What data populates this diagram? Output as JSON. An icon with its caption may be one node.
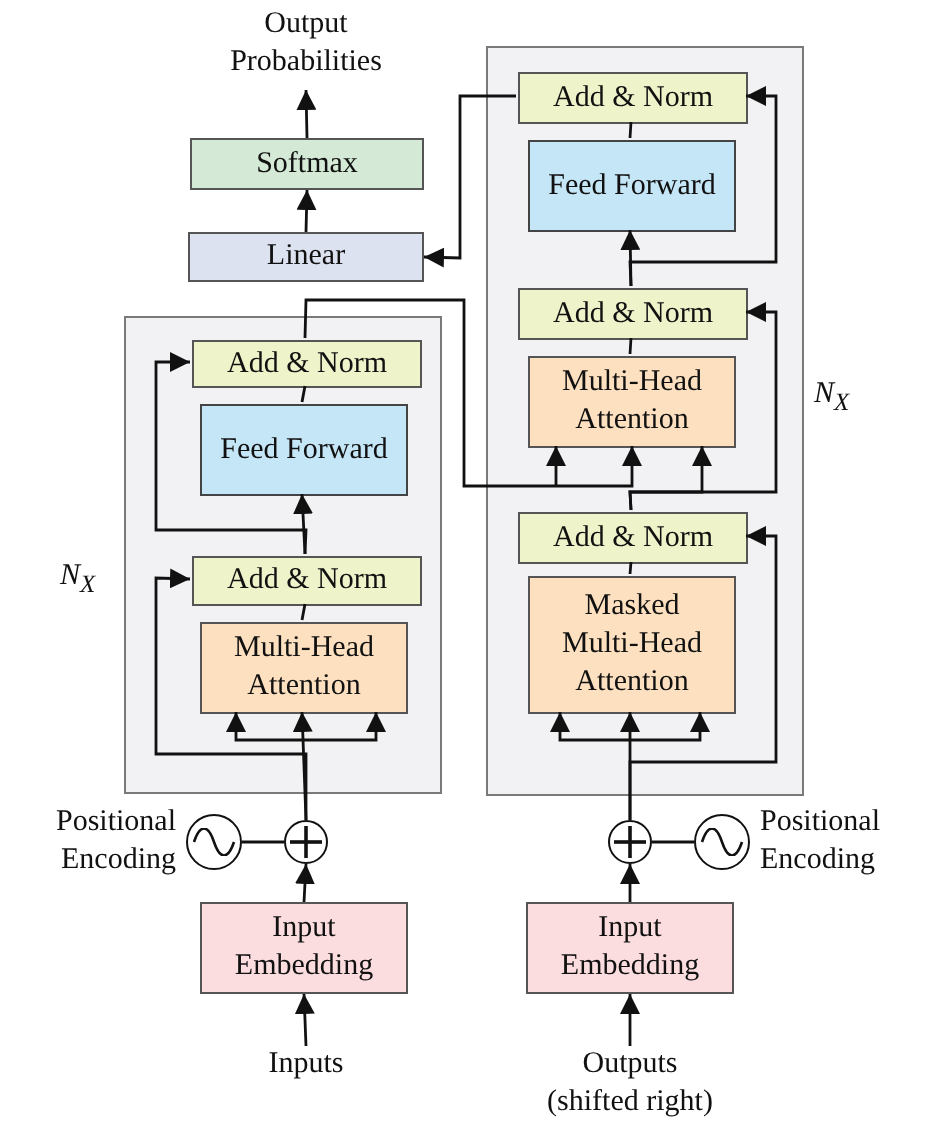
{
  "diagram": {
    "nodes": [
      {
        "text": [
          "Output Probabilities"
        ]
      },
      {
        "text": [
          "Softmax"
        ]
      },
      {
        "text": [
          "Linear"
        ]
      },
      {
        "text": [],
        "shape": "box",
        "beside": [
          "N$_{X}$"
        ]
      },
      {
        "text": [
          "Add & Norm"
        ],
        "in": 3
      },
      {
        "text": [
          "Feed Forward"
        ],
        "in": 3
      },
      {
        "text": [
          "Add & Norm"
        ],
        "in": 3
      },
      {
        "text": [
          "Multi-Head Attention"
        ],
        "in": 3
      },
      {
        "text": [],
        "shape": "box",
        "beside": [
          "N$_{X}$"
        ]
      },
      {
        "text": [
          "Add & Norm"
        ],
        "in": 8
      },
      {
        "text": [
          "Feed Forward"
        ],
        "in": 8
      },
      {
        "text": [
          "Add & Norm"
        ],
        "in": 8
      },
      {
        "text": [
          "Multi-Head Attention"
        ],
        "in": 8
      },
      {
        "text": [
          "Add & Norm"
        ],
        "in": 8
      },
      {
        "text": [
          "Masked Multi-Head Attention"
        ],
        "in": 8
      },
      {
        "text": [],
        "shape": "circle"
      },
      {
        "text": [],
        "shape": "circle",
        "beside": [
          "Positional Encoding"
        ]
      },
      {
        "text": [
          "Input Embedding"
        ]
      },
      {
        "text": [
          "Inputs"
        ]
      },
      {
        "text": [],
        "shape": "circle"
      },
      {
        "text": [],
        "shape": "circle",
        "beside": [
          "Positional Encoding"
        ]
      },
      {
        "text": [
          "Input Embedding"
        ]
      },
      {
        "text": [
          "Outputs (shifted right)"
        ]
      }
    ],
    "edges": [
      {
        "from": 1,
        "to": 0,
        "arrow": "to"
      },
      {
        "from": 2,
        "to": 1,
        "arrow": "to"
      },
      {
        "from": 9,
        "to": 2,
        "arrow": "to"
      },
      {
        "from": 5,
        "to": 4,
        "arrow": "none"
      },
      {
        "from": 6,
        "to": 5,
        "arrow": "to"
      },
      {
        "from": 6,
        "to": 4,
        "arrow": "to"
      },
      {
        "from": 7,
        "to": 6,
        "arrow": "none"
      },
      {
        "from": 15,
        "to": 7,
        "arrow": "to"
      },
      {
        "from": 15,
        "to": 6,
        "arrow": "to"
      },
      {
        "from": 4,
        "to": 12,
        "arrow": "to"
      },
      {
        "from": 10,
        "to": 9,
        "arrow": "none"
      },
      {
        "from": 11,
        "to": 10,
        "arrow": "to"
      },
      {
        "from": 11,
        "to": 9,
        "arrow": "to"
      },
      {
        "from": 12,
        "to": 11,
        "arrow": "none"
      },
      {
        "from": 13,
        "to": 12,
        "arrow": "to"
      },
      {
        "from": 13,
        "to": 11,
        "arrow": "to"
      },
      {
        "from": 14,
        "to": 13,
        "arrow": "none"
      },
      {
        "from": 19,
        "to": 14,
        "arrow": "to"
      },
      {
        "from": 19,
        "to": 13,
        "arrow": "to"
      },
      {
        "from": 16,
        "to": 15,
        "arrow": "none"
      },
      {
        "from": 17,
        "to": 15,
        "arrow": "to"
      },
      {
        "from": 18,
        "to": 17,
        "arrow": "to"
      },
      {
        "from": 20,
        "to": 19,
        "arrow": "none"
      },
      {
        "from": 21,
        "to": 19,
        "arrow": "to"
      },
      {
        "from": 22,
        "to": 21,
        "arrow": "to"
      }
    ]
  }
}
